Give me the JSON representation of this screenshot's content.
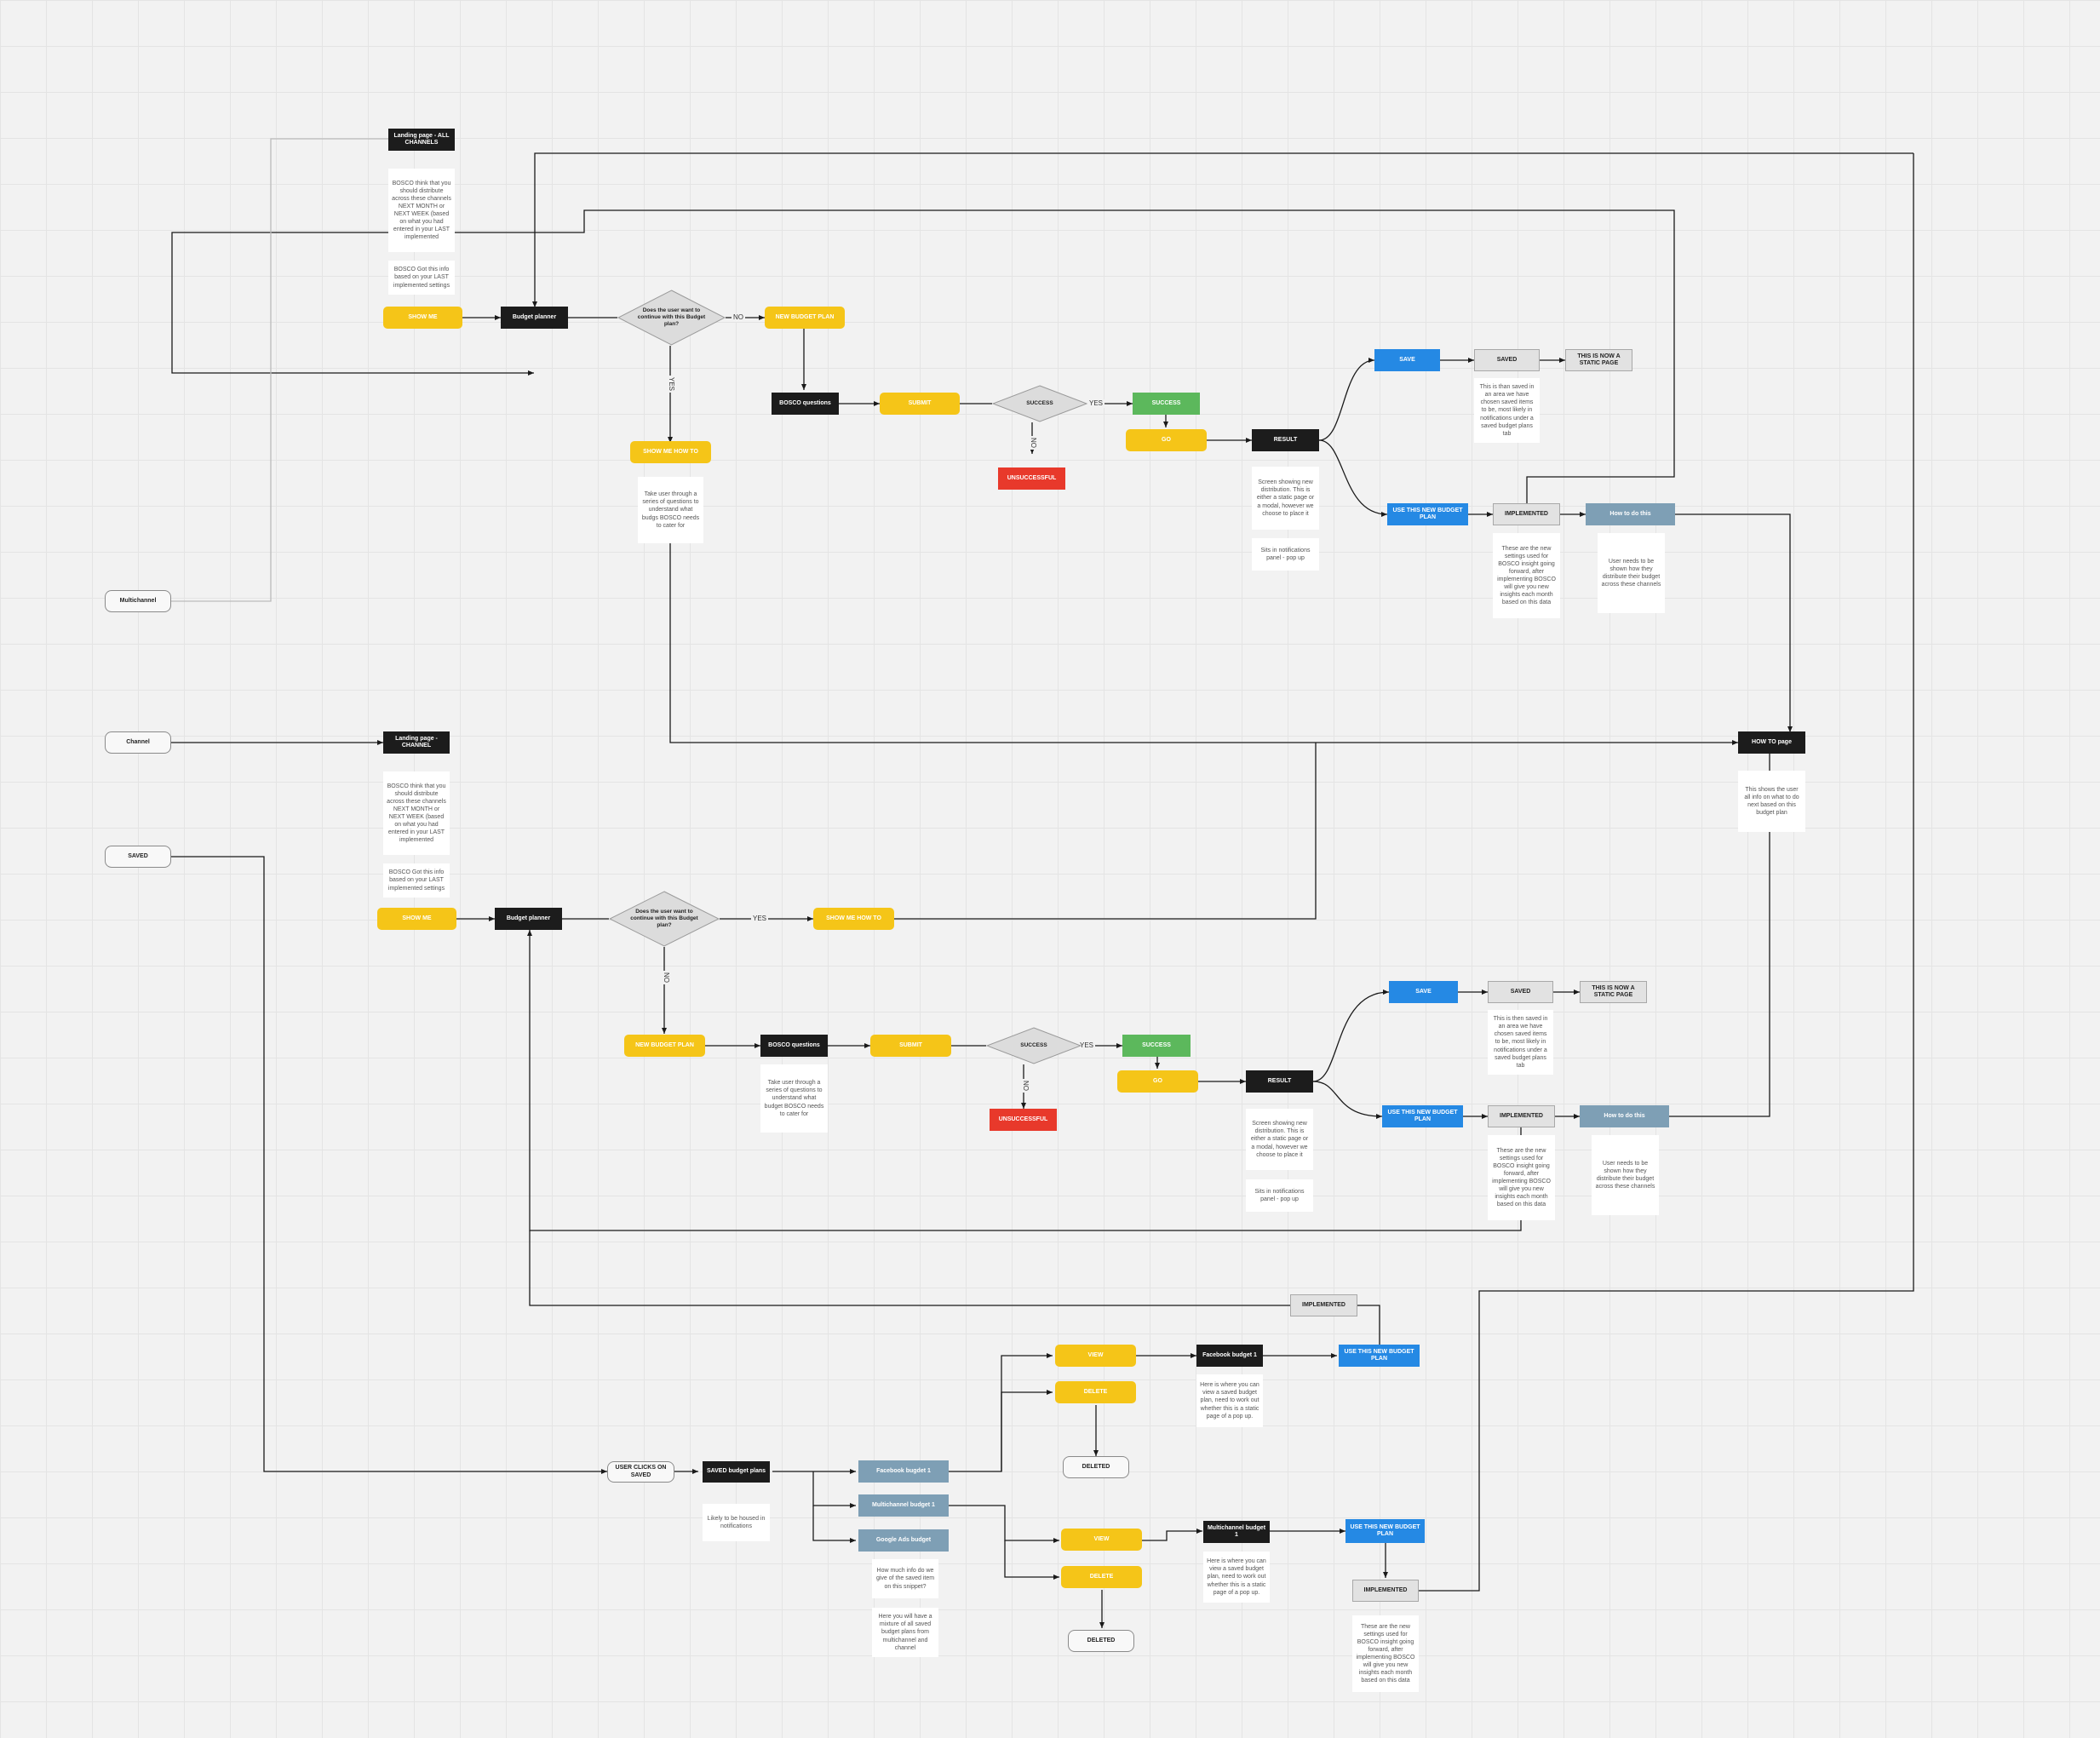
{
  "nodes": {
    "landing_all": "Landing page - ALL CHANNELS",
    "note_all_1": "BOSCO think that you should distribute across these channels NEXT MONTH or NEXT WEEK (based on what you had entered in your LAST implemented",
    "note_all_2": "BOSCO Got this info based on your LAST implemented settings",
    "show_me_1": "SHOW ME",
    "budget_planner_1": "Budget planner",
    "decision_1": "Does the user want to continue with this Budget plan?",
    "new_budget_plan_1": "NEW BUDGET PLAN",
    "bosco_questions_1": "BOSCO questions",
    "submit_1": "SUBMIT",
    "success_dec_1": "SUCCESS",
    "success_1": "SUCCESS",
    "go_1": "GO",
    "unsuccessful_1": "UNSUCCESSFUL",
    "show_me_how_1": "SHOW ME HOW TO",
    "note_show_how_1": "Take user through a series of questions to understand what budgs BOSCO needs to cater for",
    "result_1": "RESULT",
    "note_result_1": "Screen showing new distribution. This is either a static page or a modal, however we choose to place it",
    "note_notif_1": "Sits in notifications panel - pop up",
    "save_1": "SAVE",
    "saved_1": "SAVED",
    "static_1": "THIS IS NOW A STATIC PAGE",
    "note_saved_1": "This is than saved in an area we have chosen saved items to be, most likely in notifications under a saved budget plans tab",
    "use_new_1": "USE THIS NEW BUDGET PLAN",
    "implemented_1": "IMPLEMENTED",
    "how_to_do_1": "How to do this",
    "note_impl_1": "These are the new settings used for BOSCO insight going forward, after implementing BOSCO will give you new insights each month based on this data",
    "note_how_1": "User needs to be shown how they distribute their budget across these channels",
    "multichannel": "Multichannel",
    "channel": "Channel",
    "saved_entry": "SAVED",
    "landing_channel": "Landing page - CHANNEL",
    "note_ch_1": "BOSCO think that you should distribute across these channels NEXT MONTH or NEXT WEEK (based on what you had entered in your LAST implemented",
    "note_ch_2": "BOSCO Got this info based on your LAST implemented settings",
    "show_me_2": "SHOW ME",
    "budget_planner_2": "Budget planner",
    "decision_2": "Does the user want to continue with this Budget plan?",
    "show_me_how_2": "SHOW ME HOW TO",
    "howto_page": "HOW TO page",
    "note_howto": "This shows the user all info on what to do next based on this budget plan",
    "new_budget_plan_2": "NEW BUDGET PLAN",
    "bosco_questions_2": "BOSCO questions",
    "note_bosco_2": "Take user through a series of questions to understand what budget BOSCO needs to cater for",
    "submit_2": "SUBMIT",
    "success_dec_2": "SUCCESS",
    "success_2": "SUCCESS",
    "go_2": "GO",
    "unsuccessful_2": "UNSUCCESSFUL",
    "result_2": "RESULT",
    "note_result_2": "Screen showing new distribution. This is either a static page or a modal, however we choose to place it",
    "note_notif_2": "Sits in notifications panel - pop up",
    "save_2": "SAVE",
    "saved_2": "SAVED",
    "static_2": "THIS IS NOW A STATIC PAGE",
    "note_saved_2": "This is then saved in an area we have chosen saved items to be, most likely in notifications under a saved budget plans tab",
    "use_new_2": "USE THIS NEW BUDGET PLAN",
    "implemented_2": "IMPLEMENTED",
    "how_to_do_2": "How to do this",
    "note_impl_2": "These are the new settings used for BOSCO insight going forward, after implementing BOSCO will give you new insights each month based on this data",
    "note_how_2": "User needs to be shown how they distribute their budget across these channels",
    "implemented_3": "IMPLEMENTED",
    "view_1": "VIEW",
    "delete_1": "DELETE",
    "deleted_1": "DELETED",
    "fb_budget_node": "Facebook budget 1",
    "note_fb": "Here is where you can view a saved budget plan, need to work out whether this is a static page of a pop up.",
    "use_new_3": "USE THIS NEW BUDGET PLAN",
    "user_clicks": "USER CLICKS ON SAVED",
    "saved_plans": "SAVED budget plans",
    "note_saved_plans": "Likely to be housed in notifications",
    "fb_budget": "Facebook bugdet 1",
    "multi_budget": "Multichannel budget 1",
    "google_budget": "Google Ads budget",
    "note_info": "How much info do we give of the saved item on this snippet?",
    "note_mix": "Here you will have a mixture of all saved budget plans from multichannel and channel",
    "view_2": "VIEW",
    "delete_2": "DELETE",
    "deleted_2": "DELETED",
    "multi_budget_node": "Multichannel budget 1",
    "note_multi": "Here is where you can view a saved budget plan, need to work out whether this is a static page of a pop up.",
    "use_new_4": "USE THIS NEW BUDGET PLAN",
    "implemented_4": "IMPLEMENTED",
    "note_impl_4": "These are the new settings used for BOSCO insight going forward, after implementing BOSCO will give you new insights each month based on this data"
  },
  "edge_labels": {
    "no": "NO",
    "yes": "YES"
  },
  "colors": {
    "yellow": "#f5c518",
    "black": "#1c1c1c",
    "green": "#5cb85c",
    "red": "#e8392b",
    "blue": "#2589e4",
    "slate": "#7e9fb5",
    "grey": "#e2e2e2",
    "line": "#1a1a1a"
  }
}
